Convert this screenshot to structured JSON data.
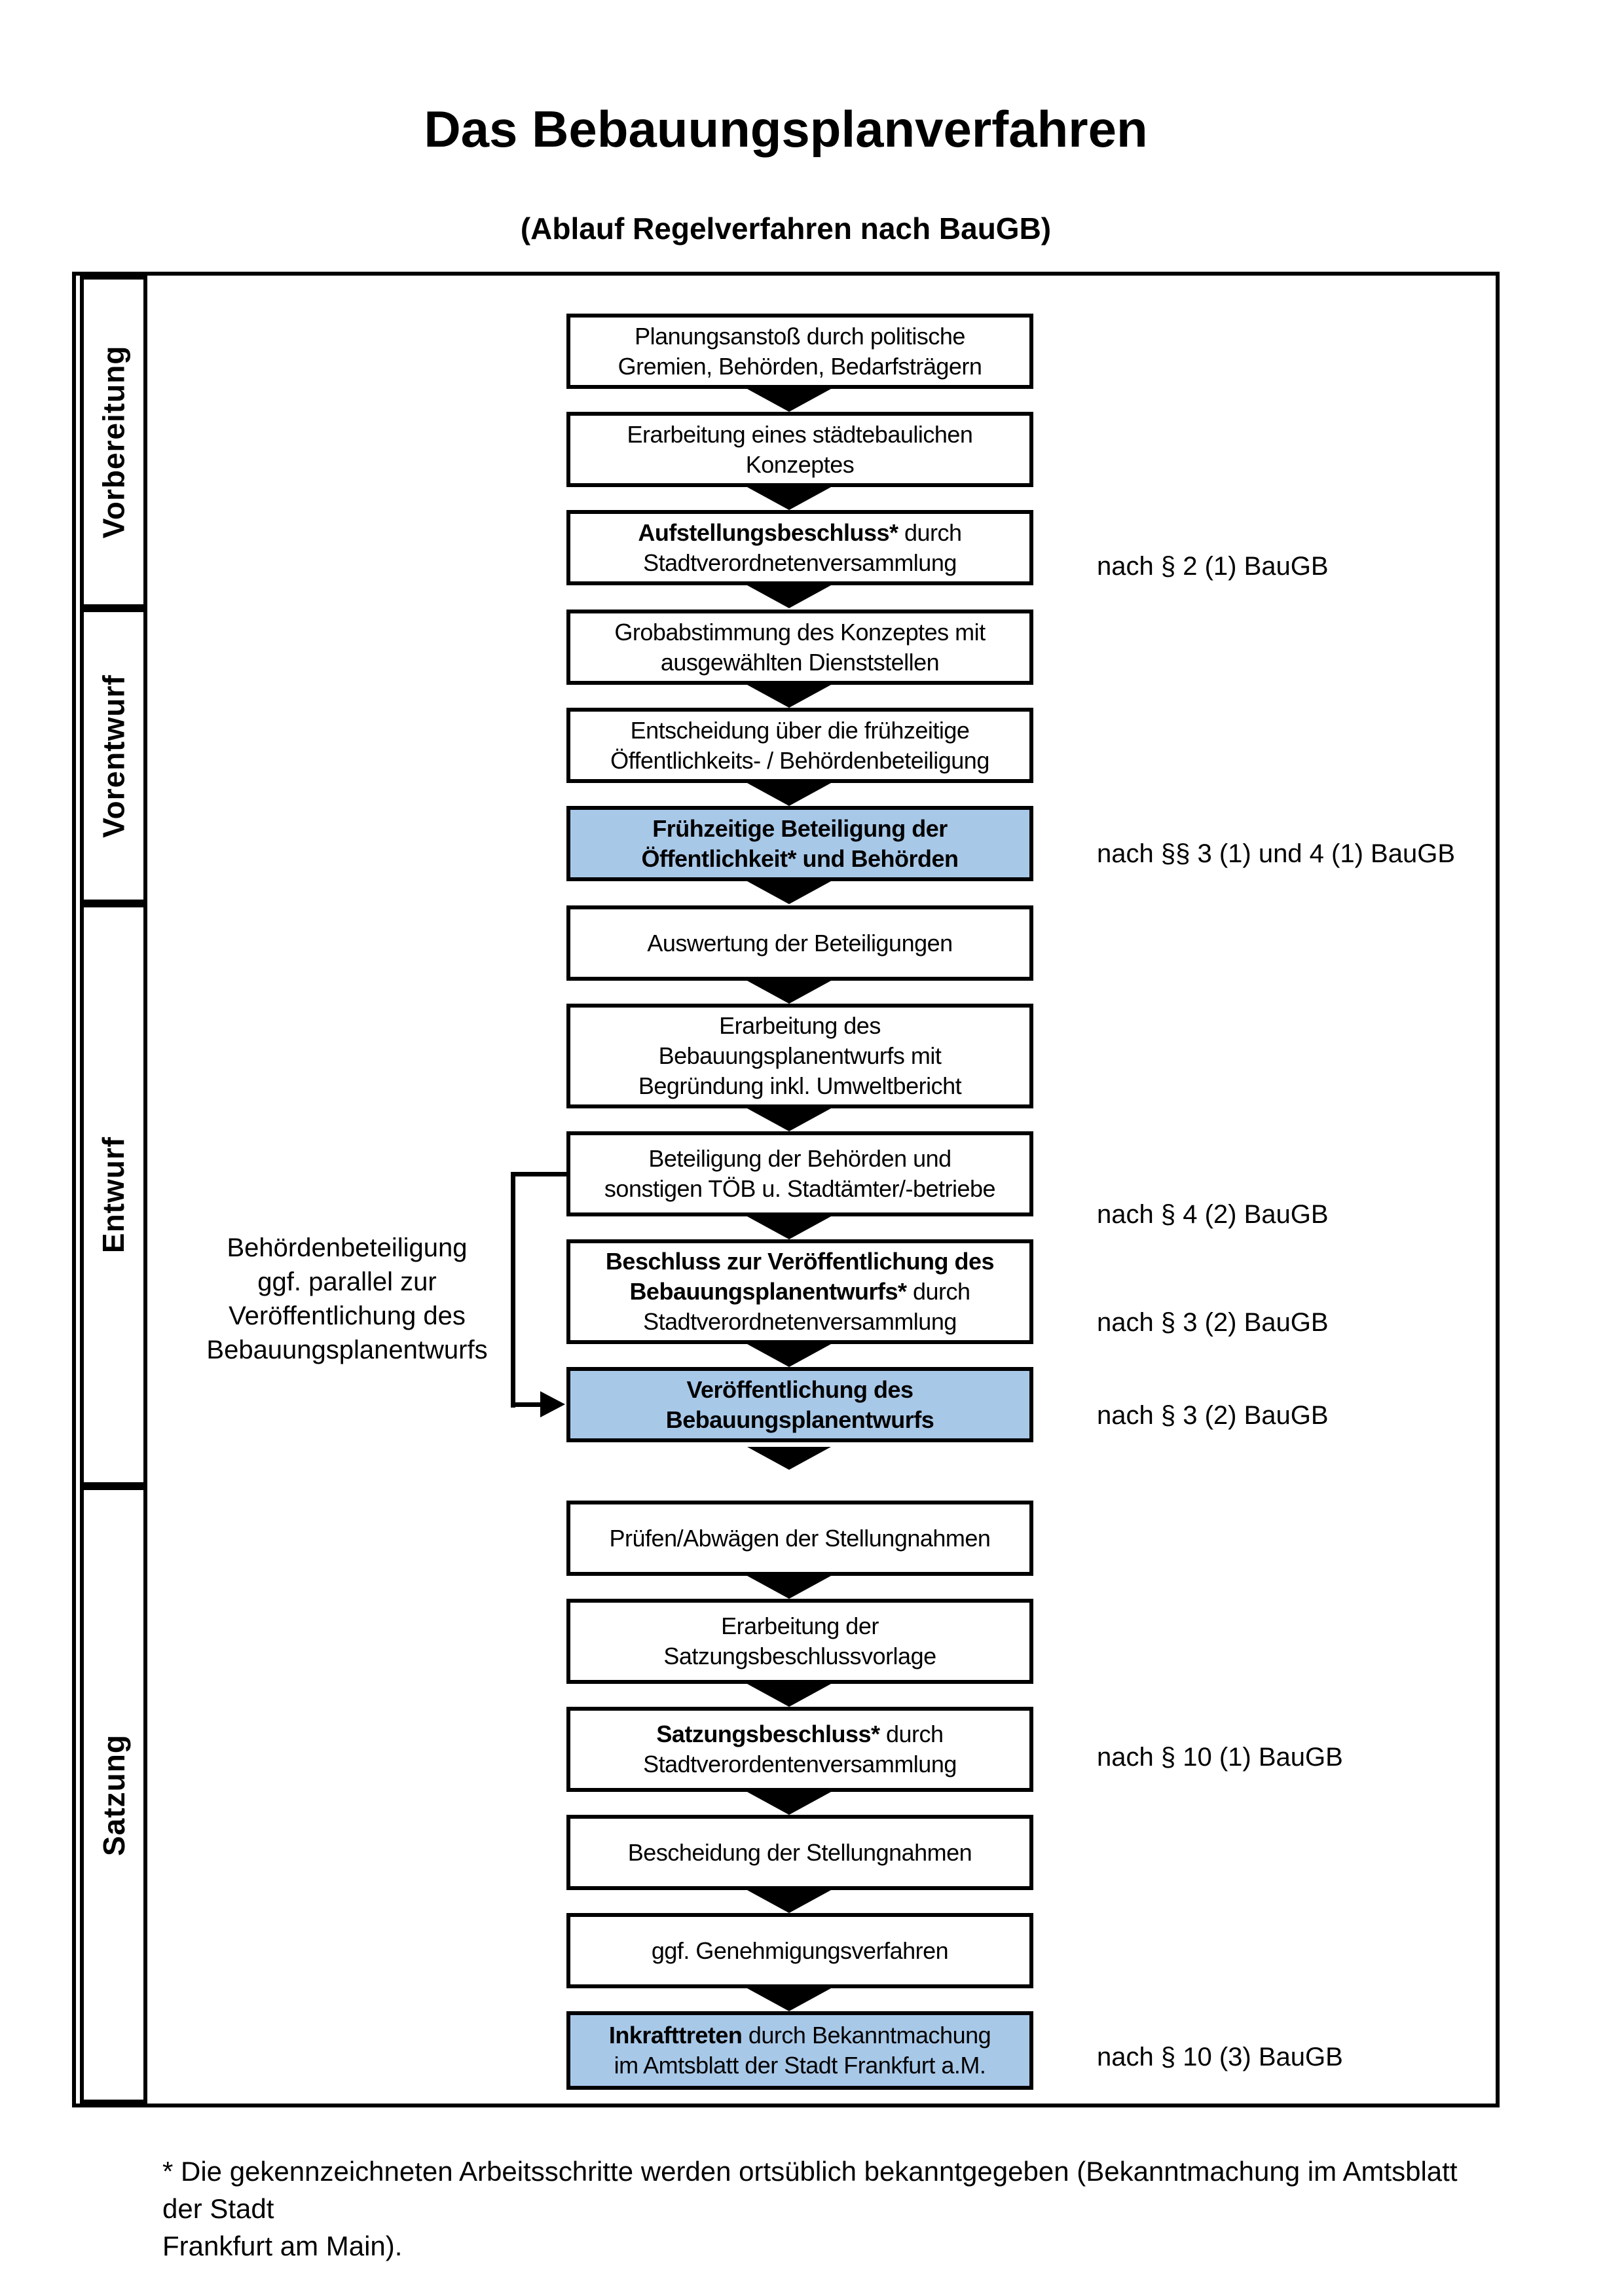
{
  "title": "Das Bebauungsplanverfahren",
  "subtitle": "(Ablauf Regelverfahren nach BauGB)",
  "footnote": "* Die gekennzeichneten Arbeitsschritte werden ortsüblich bekanntgegeben (Bekanntmachung im Amtsblatt  der Stadt\nFrankfurt am Main).",
  "colors": {
    "section_vorbereitung_bg": "#f1f1f1",
    "section_vorentwurf_bg": "#e3e3e3",
    "section_entwurf_bg": "#d7d7d7",
    "section_satzung_bg": "#b6b6b6",
    "highlight_box_bg": "#a8c8e8",
    "line_color": "#000000"
  },
  "sections": [
    {
      "label": "Vorbereitung",
      "boxes": [
        {
          "lines": [
            {
              "b": "",
              "r": "Planungsanstoß durch politische"
            },
            {
              "b": "",
              "r": "Gremien, Behörden, Bedarfsträgern"
            }
          ]
        },
        {
          "lines": [
            {
              "b": "",
              "r": "Erarbeitung eines städtebaulichen"
            },
            {
              "b": "",
              "r": "Konzeptes"
            }
          ]
        },
        {
          "lines": [
            {
              "b": "Aufstellungsbeschluss*",
              "r": " durch"
            },
            {
              "b": "",
              "r": "Stadtverordnetenversammlung"
            }
          ],
          "ref": "nach § 2 (1) BauGB"
        }
      ]
    },
    {
      "label": "Vorentwurf",
      "boxes": [
        {
          "lines": [
            {
              "b": "",
              "r": "Grobabstimmung des Konzeptes mit"
            },
            {
              "b": "",
              "r": "ausgewählten Dienststellen"
            }
          ]
        },
        {
          "lines": [
            {
              "b": "",
              "r": "Entscheidung über die frühzeitige"
            },
            {
              "b": "",
              "r": "Öffentlichkeits- / Behördenbeteiligung"
            }
          ]
        },
        {
          "lines": [
            {
              "b": "Frühzeitige Beteiligung der",
              "r": ""
            },
            {
              "b": "Öffentlichkeit* und Behörden",
              "r": ""
            }
          ],
          "ref": "nach §§ 3 (1) und 4 (1) BauGB",
          "highlight": true
        }
      ]
    },
    {
      "label": "Entwurf",
      "note": "Behördenbeteiligung\nggf. parallel zur\nVeröffentlichung des\nBebauungsplanentwurfs",
      "boxes": [
        {
          "lines": [
            {
              "b": "",
              "r": "Auswertung der Beteiligungen"
            }
          ]
        },
        {
          "lines": [
            {
              "b": "",
              "r": "Erarbeitung des"
            },
            {
              "b": "",
              "r": "Bebauungsplanentwurfs mit"
            },
            {
              "b": "",
              "r": "Begründung inkl. Umweltbericht"
            }
          ]
        },
        {
          "lines": [
            {
              "b": "",
              "r": "Beteiligung der Behörden und"
            },
            {
              "b": "",
              "r": "sonstigen TÖB u. Stadtämter/-betriebe"
            }
          ],
          "ref": "nach § 4 (2) BauGB"
        },
        {
          "lines": [
            {
              "b": "Beschluss zur Veröffentlichung des",
              "r": ""
            },
            {
              "b": "Bebauungsplanentwurfs*",
              "r": " durch"
            },
            {
              "b": "",
              "r": "Stadtverordnetenversammlung"
            }
          ],
          "ref": "nach § 3 (2) BauGB"
        },
        {
          "lines": [
            {
              "b": "Veröffentlichung des",
              "r": ""
            },
            {
              "b": "Bebauungsplanentwurfs",
              "r": ""
            }
          ],
          "ref": "nach § 3 (2) BauGB",
          "highlight": true
        }
      ]
    },
    {
      "label": "Satzung",
      "boxes": [
        {
          "lines": [
            {
              "b": "",
              "r": "Prüfen/Abwägen der Stellungnahmen"
            }
          ]
        },
        {
          "lines": [
            {
              "b": "",
              "r": "Erarbeitung der"
            },
            {
              "b": "",
              "r": "Satzungsbeschlussvorlage"
            }
          ]
        },
        {
          "lines": [
            {
              "b": "Satzungsbeschluss*",
              "r": " durch"
            },
            {
              "b": "",
              "r": "Stadtverordentenversammlung"
            }
          ],
          "ref": "nach § 10 (1) BauGB"
        },
        {
          "lines": [
            {
              "b": "",
              "r": "Bescheidung der Stellungnahmen"
            }
          ]
        },
        {
          "lines": [
            {
              "b": "",
              "r": "ggf. Genehmigungsverfahren"
            }
          ]
        },
        {
          "lines": [
            {
              "b": "Inkrafttreten",
              "r": " durch Bekanntmachung"
            },
            {
              "b": "",
              "r": "im Amtsblatt der Stadt Frankfurt a.M."
            }
          ],
          "ref": "nach § 10 (3) BauGB",
          "highlight": true
        }
      ]
    }
  ]
}
